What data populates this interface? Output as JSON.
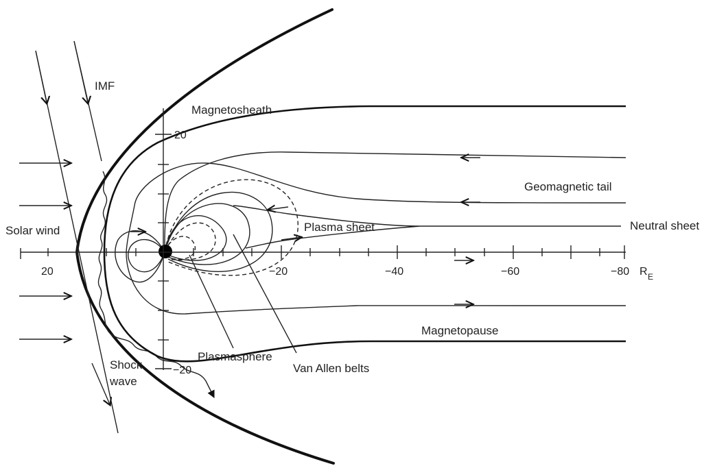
{
  "labels": {
    "imf": "IMF",
    "magnetosheath": "Magnetosheath",
    "geomagnetic_tail": "Geomagnetic tail",
    "solar_wind": "Solar wind",
    "plasma_sheet": "Plasma sheet",
    "neutral_sheet": "Neutral sheet",
    "magnetopause": "Magnetopause",
    "shock_wave_line1": "Shock",
    "shock_wave_line2": "wave",
    "plasmasphere": "Plasmasphere",
    "van_allen_belts": "Van Allen belts"
  },
  "axis": {
    "x_tick_20": "20",
    "x_tick_m20": "−20",
    "x_tick_m40": "−40",
    "x_tick_m60": "−60",
    "x_tick_m80": "−80",
    "unit": "R",
    "unit_sub": "E",
    "y_tick_20": "20",
    "y_tick_m20": "−20"
  }
}
